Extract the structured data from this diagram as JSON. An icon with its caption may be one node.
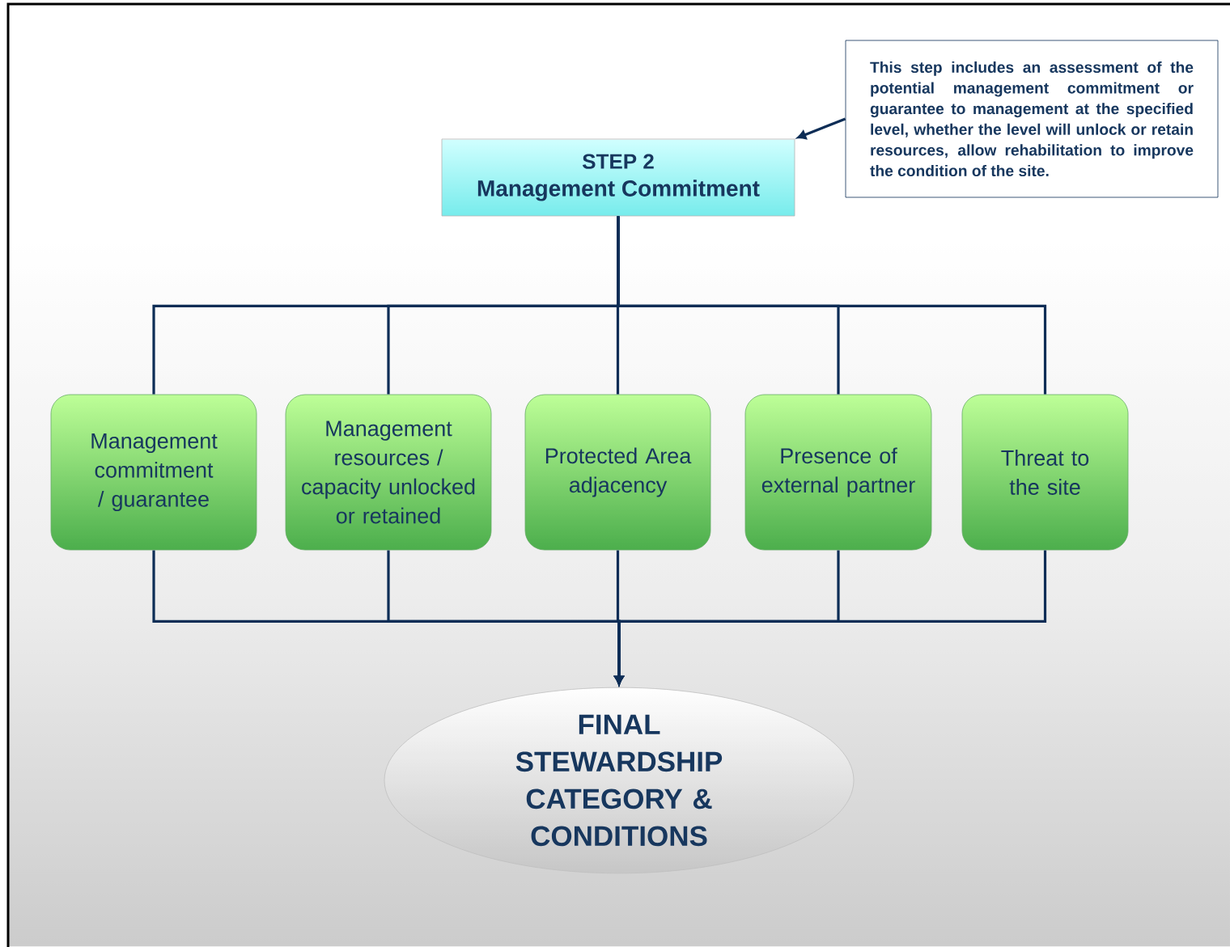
{
  "diagram": {
    "nodes": [
      {
        "text": [
          "STEP 2",
          "Management Commitment"
        ]
      },
      {
        "text": [
          "This step includes an assessment of the potential management commitment or guarantee to management at the specified level, whether the level will unlock or retain resources, allow rehabilitation to improve the condition of the site."
        ]
      },
      {
        "text": [
          "Management commitment / guarantee"
        ]
      },
      {
        "text": [
          "Management resources / capacity unlocked or retained"
        ]
      },
      {
        "text": [
          "Protected Area adjacency"
        ]
      },
      {
        "text": [
          "Presence of external partner"
        ]
      },
      {
        "text": [
          "Threat to the site"
        ]
      },
      {
        "text": [
          "FINAL STEWARDSHIP CATEGORY & CONDITIONS"
        ]
      }
    ],
    "edges": [
      {
        "from": 1,
        "to": 0,
        "arrow": "to"
      },
      {
        "from": 0,
        "to": 2,
        "arrow": "none"
      },
      {
        "from": 0,
        "to": 3,
        "arrow": "none"
      },
      {
        "from": 0,
        "to": 4,
        "arrow": "none"
      },
      {
        "from": 0,
        "to": 5,
        "arrow": "none"
      },
      {
        "from": 0,
        "to": 6,
        "arrow": "none"
      },
      {
        "from": 2,
        "to": 7,
        "arrow": "to"
      },
      {
        "from": 3,
        "to": 7,
        "arrow": "to"
      },
      {
        "from": 4,
        "to": 7,
        "arrow": "to"
      },
      {
        "from": 5,
        "to": 7,
        "arrow": "to"
      },
      {
        "from": 6,
        "to": 7,
        "arrow": "to"
      }
    ]
  }
}
